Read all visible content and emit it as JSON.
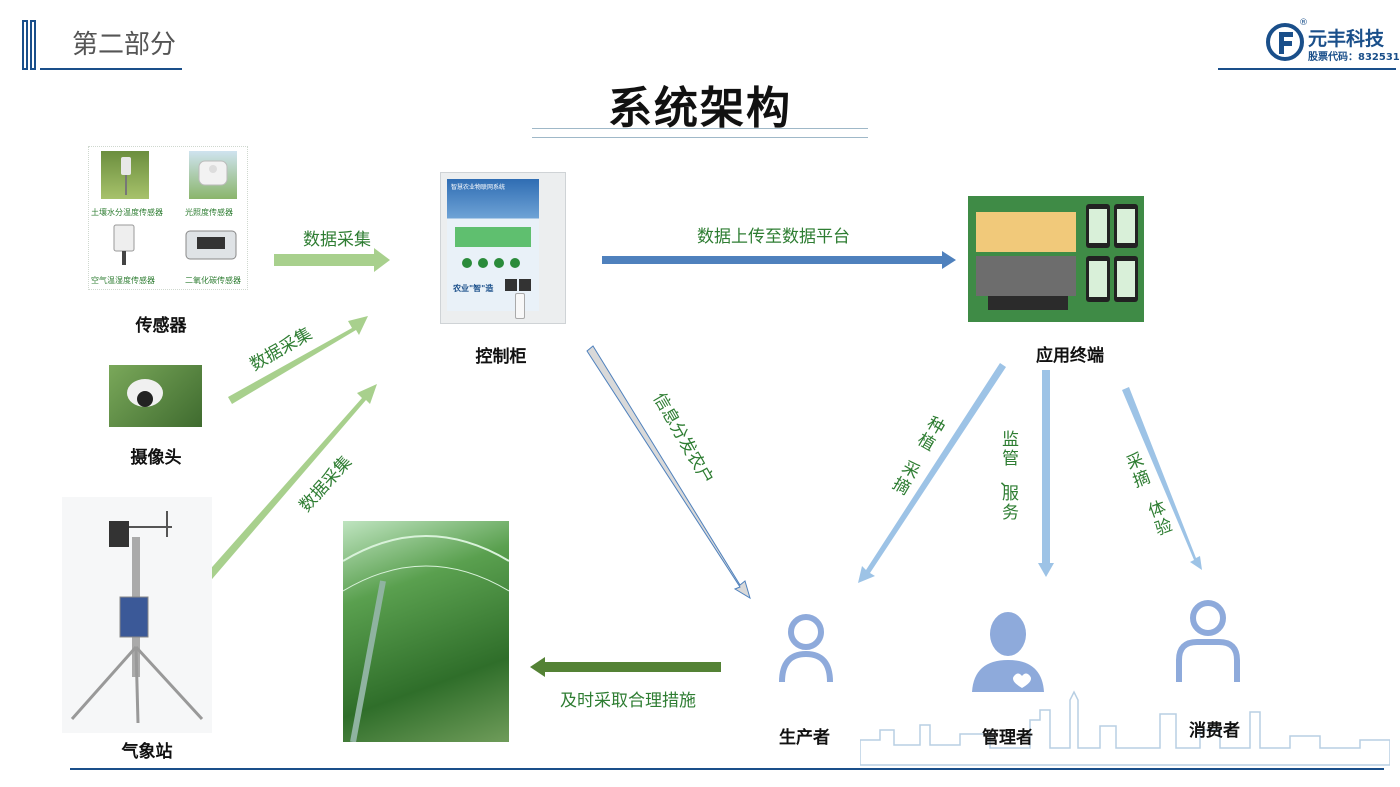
{
  "header": {
    "section_title": "第二部分",
    "main_title": "系统架构",
    "brand": {
      "name": "元丰科技",
      "stock_code": "股票代码：832531",
      "registered_mark": "®"
    }
  },
  "colors": {
    "accent_blue": "#1a4f8a",
    "arrow_green_light": "#a8d08d",
    "arrow_green_dark": "#548235",
    "arrow_blue": "#4f81bd",
    "arrow_light_blue": "#9dc3e6",
    "arrow_gray": "#bfbfbf",
    "text_green": "#2e7d32",
    "person_icon": "#8eaadb"
  },
  "nodes": {
    "sensor": {
      "label": "传感器",
      "captions": [
        "土壤水分温度传感器",
        "光照度传感器",
        "空气温湿度传感器",
        "二氧化碳传感器"
      ]
    },
    "camera": {
      "label": "摄像头"
    },
    "weather": {
      "label": "气象站"
    },
    "cabinet": {
      "label": "控制柜",
      "panel_title": "智慧农业物联网系统",
      "panel_slogan": "农业\"智\"造"
    },
    "terminal": {
      "label": "应用终端"
    },
    "producer": {
      "label": "生产者"
    },
    "manager": {
      "label": "管理者"
    },
    "consumer": {
      "label": "消费者"
    }
  },
  "edges": {
    "sensor_to_cabinet": "数据采集",
    "camera_to_cabinet": "数据采集",
    "weather_to_cabinet": "数据采集",
    "cabinet_to_terminal": "数据上传至数据平台",
    "cabinet_to_producer": "信息分发农户",
    "producer_to_field": "及时采取合理措施",
    "terminal_to_producer": [
      "种植",
      "采摘"
    ],
    "terminal_to_manager": [
      "监管",
      "、",
      "服务"
    ],
    "terminal_to_consumer": [
      "采摘",
      "体验"
    ]
  },
  "icons": {
    "logo": "yuanfeng-logo-icon",
    "producer": "person-outline-icon",
    "manager": "person-heart-icon",
    "consumer": "person-outline-icon",
    "skyline": "city-skyline-icon"
  }
}
